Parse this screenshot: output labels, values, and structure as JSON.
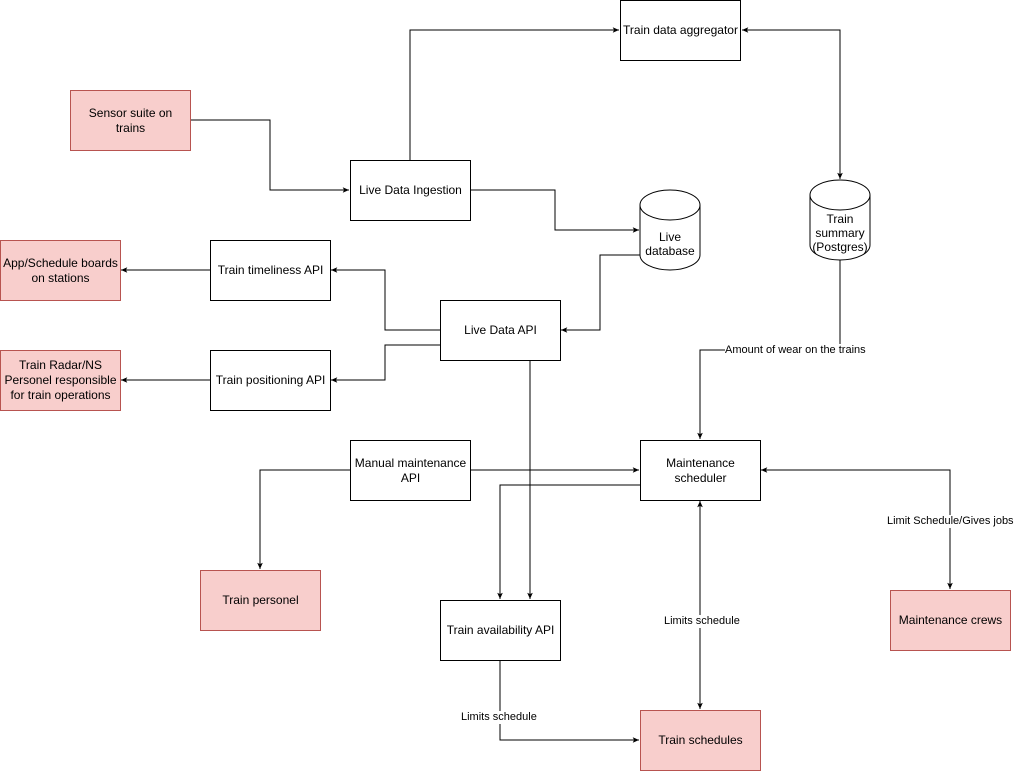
{
  "nodes": {
    "sensor": "Sensor suite on trains",
    "ingestion": "Live Data Ingestion",
    "aggregator": "Train data aggregator",
    "live_db": "Live database",
    "summary_db": "Train summary (Postgres)",
    "app_boards": "App/Schedule boards on stations",
    "timeliness_api": "Train timeliness API",
    "live_api": "Live Data API",
    "radar": "Train Radar/NS Personel responsible for train operations",
    "positioning_api": "Train positioning API",
    "manual_api": "Manual maintenance API",
    "scheduler": "Maintenance scheduler",
    "personel": "Train personel",
    "availability_api": "Train availability API",
    "crews": "Maintenance crews",
    "schedules": "Train schedules"
  },
  "edge_labels": {
    "wear": "Amount of wear  on the trains",
    "limit_gives_jobs": "Limit Schedule/Gives jobs",
    "limits_schedule_scheduler": "Limits schedule",
    "limits_schedule_availability": "Limits schedule"
  },
  "colors": {
    "external_fill": "#f8cecc",
    "external_stroke": "#b85450",
    "line": "#000000"
  }
}
